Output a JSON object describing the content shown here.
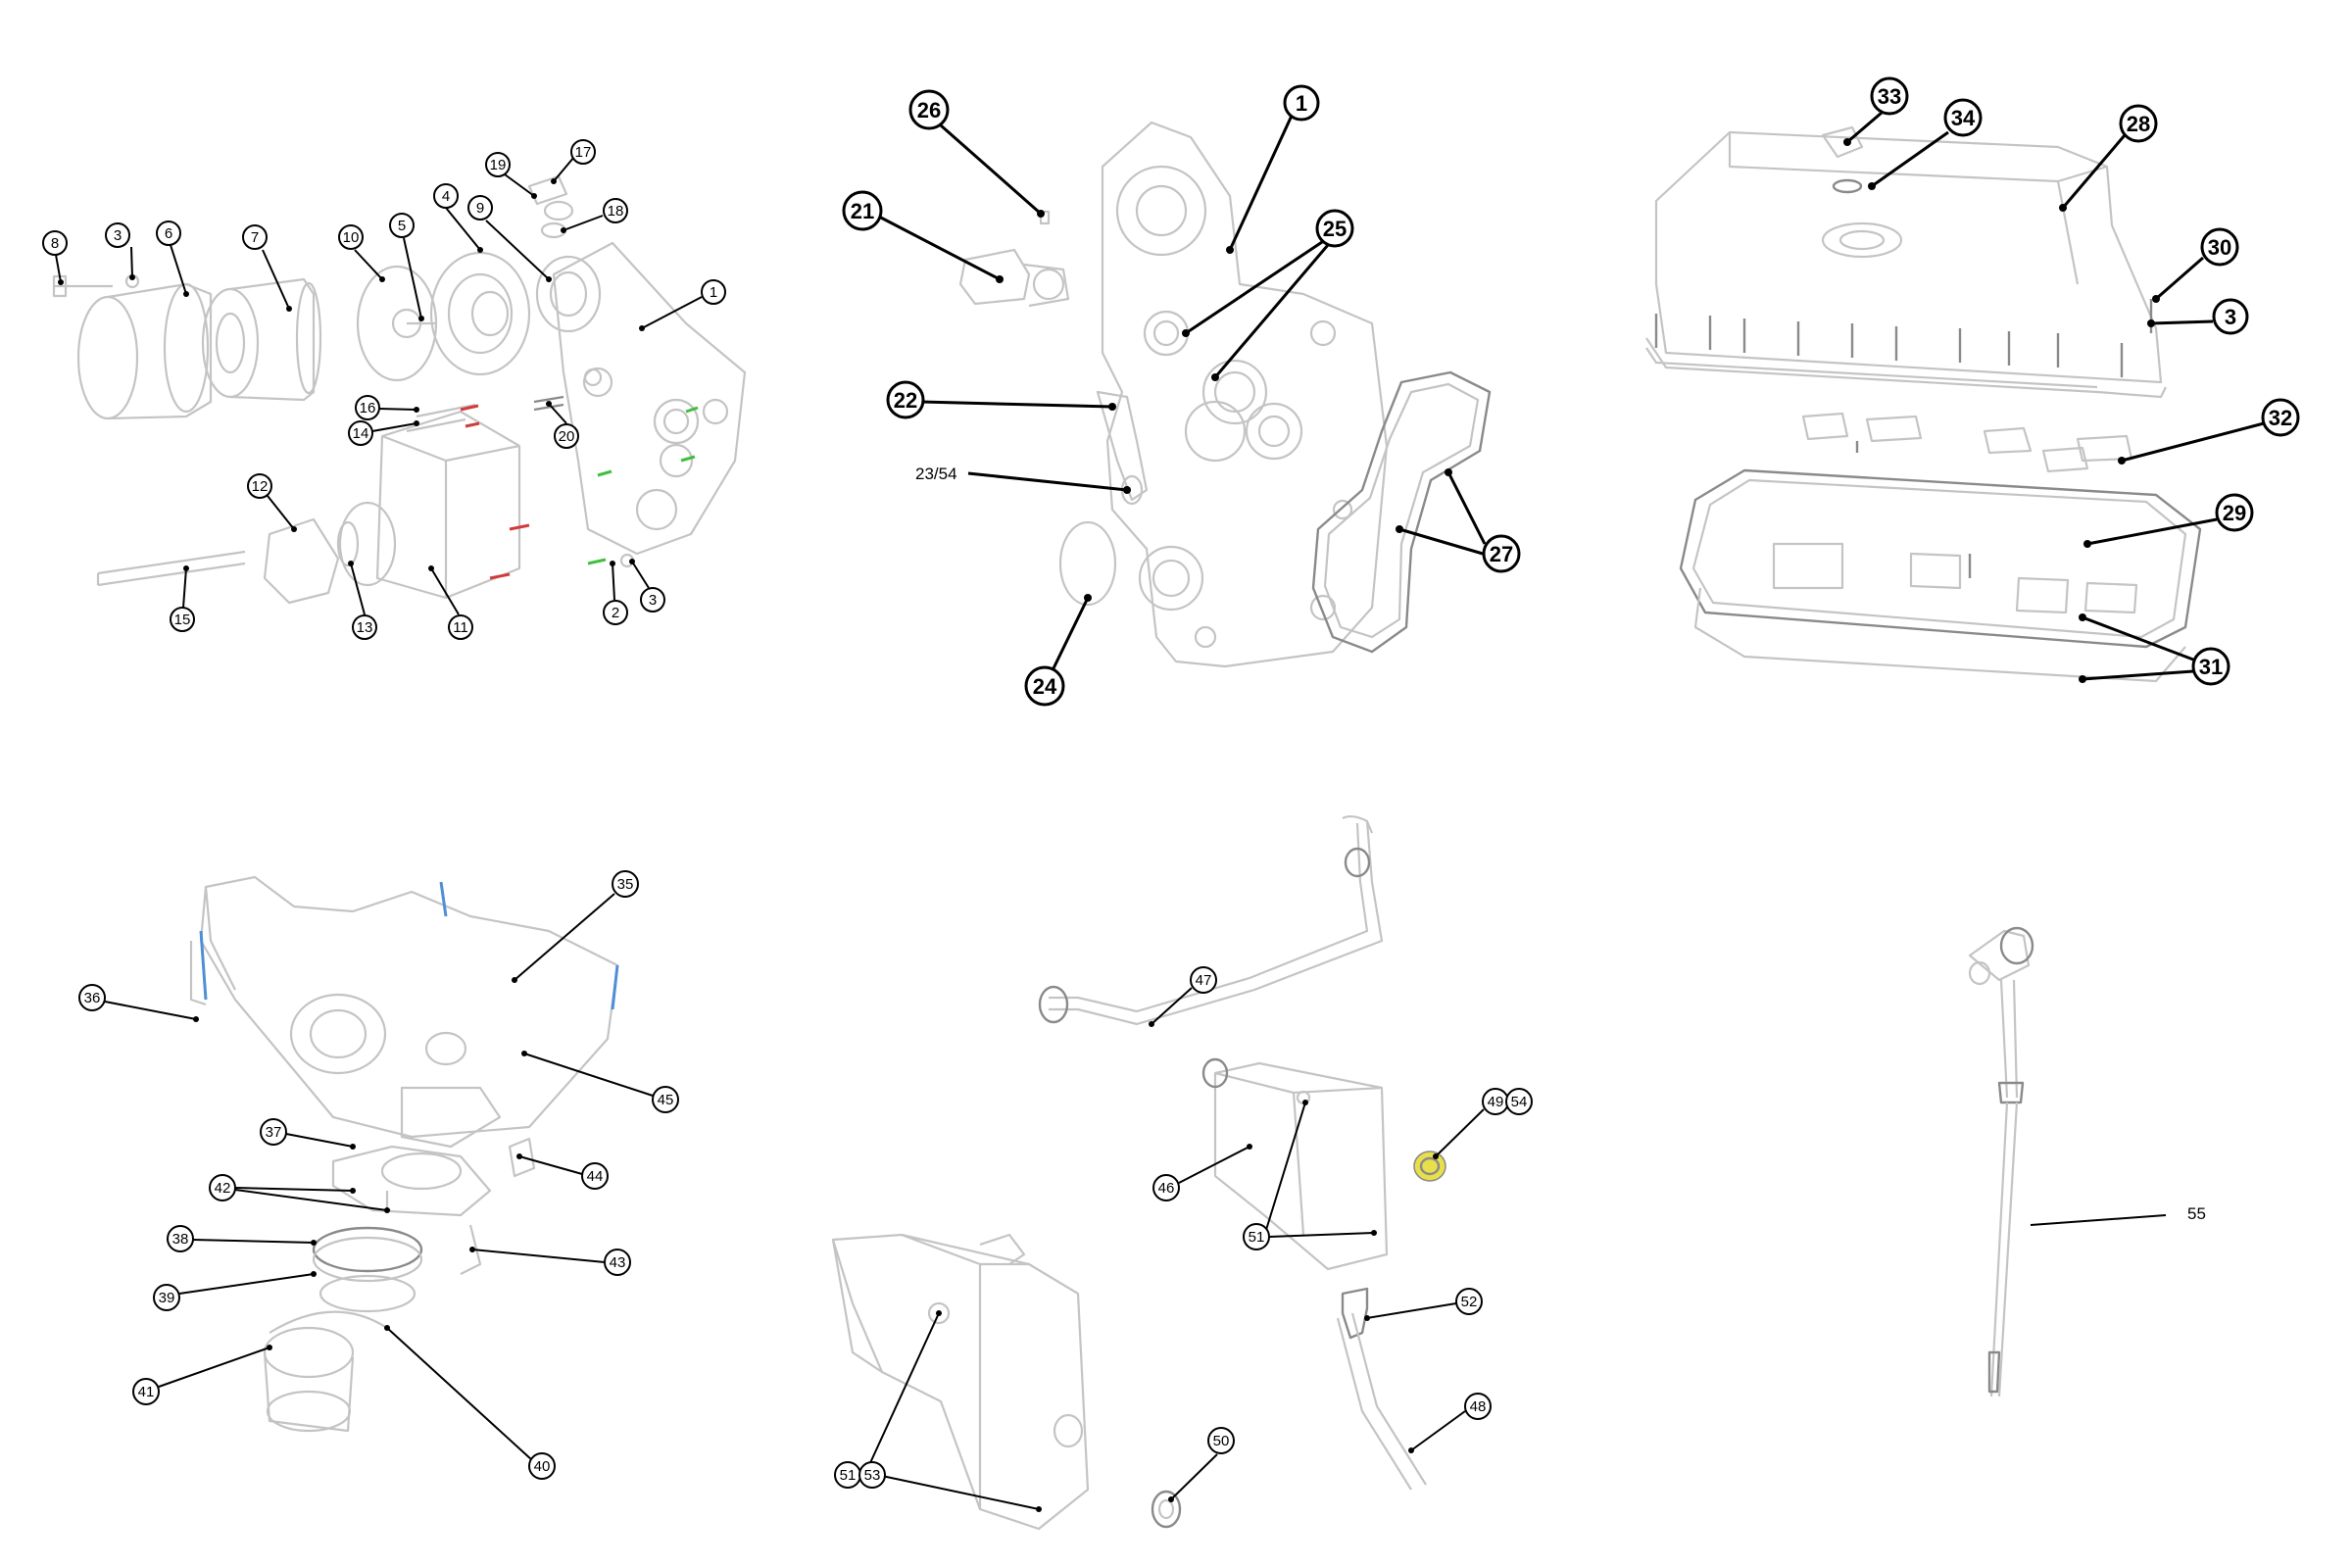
{
  "callouts": {
    "p1": {
      "c1": "1",
      "c2": "2",
      "c3a": "3",
      "c3b": "3",
      "c4": "4",
      "c5": "5",
      "c6": "6",
      "c7": "7",
      "c8": "8",
      "c9": "9",
      "c10": "10",
      "c11": "11",
      "c12": "12",
      "c13": "13",
      "c14": "14",
      "c15": "15",
      "c16": "16",
      "c17": "17",
      "c18": "18",
      "c19": "19",
      "c20": "20"
    },
    "p2": {
      "c1": "1",
      "c21": "21",
      "c22": "22",
      "c23_54": "23/54",
      "c24": "24",
      "c25": "25",
      "c26": "26",
      "c27": "27"
    },
    "p3": {
      "c3": "3",
      "c28": "28",
      "c29": "29",
      "c30": "30",
      "c31": "31",
      "c32": "32",
      "c33": "33",
      "c34": "34"
    },
    "p4": {
      "c35": "35",
      "c36": "36",
      "c37": "37",
      "c38": "38",
      "c39": "39",
      "c40": "40",
      "c41": "41",
      "c42": "42",
      "c43": "43",
      "c44": "44",
      "c45": "45"
    },
    "p5": {
      "c46": "46",
      "c47": "47",
      "c48": "48",
      "c49": "49",
      "c54": "54",
      "c50": "50",
      "c51a": "51",
      "c51b": "51",
      "c52": "52",
      "c53": "53"
    },
    "p6": {
      "c55": "55"
    }
  }
}
